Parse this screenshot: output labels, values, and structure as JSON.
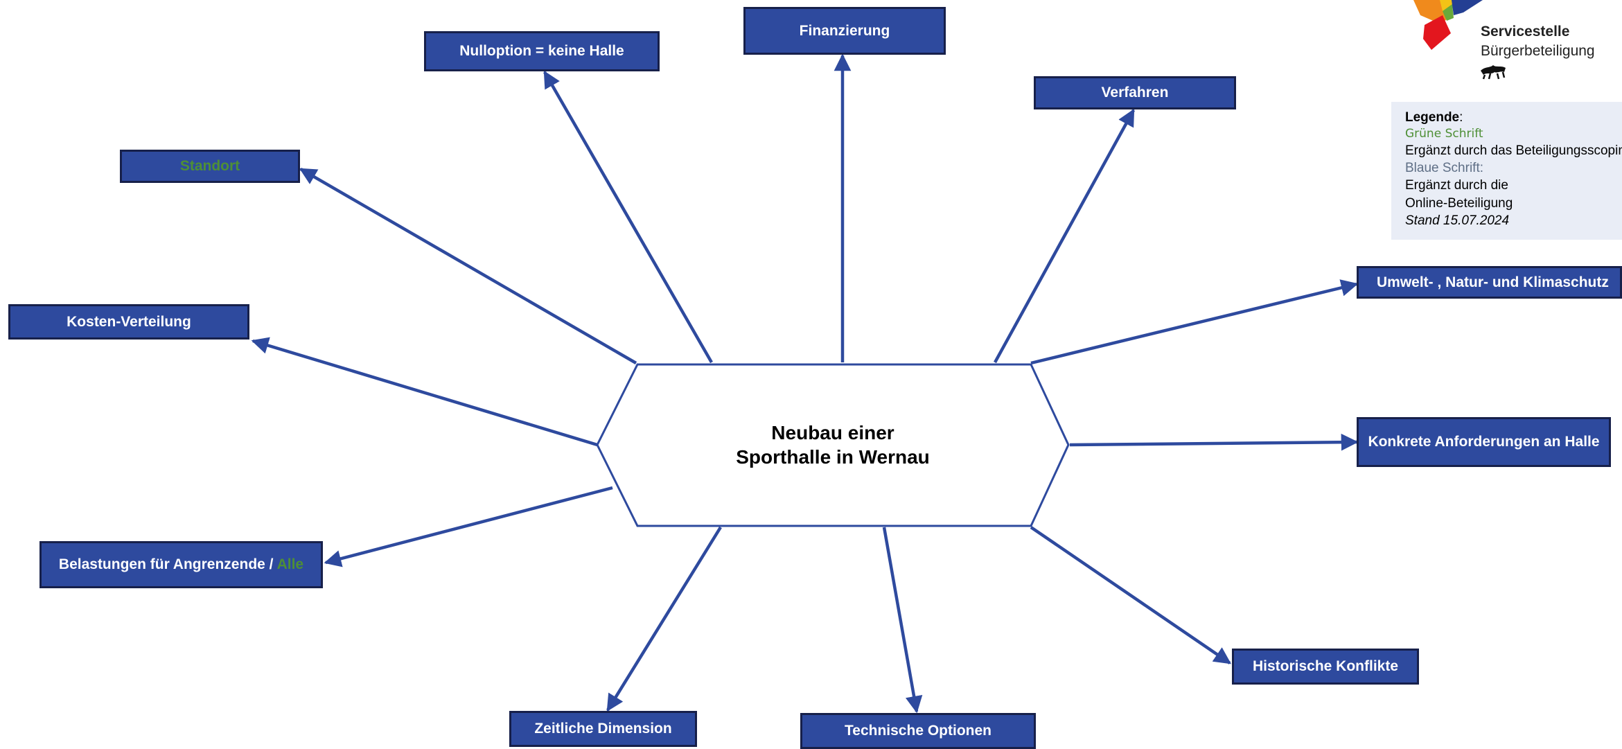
{
  "center": {
    "line1": "Neubau einer",
    "line2": "Sporthalle in Wernau"
  },
  "topics": {
    "nulloption": "Nulloption = keine Halle",
    "finanzierung": "Finanzierung",
    "verfahren": "Verfahren",
    "standort": "Standort",
    "kosten": "Kosten-Verteilung",
    "umwelt": "Umwelt- , Natur- und Klimaschutz",
    "anforderungen": "Konkrete Anforderungen an Halle",
    "belastungen": "Belastungen für Angrenzende / ",
    "belastungen_green": "Alle",
    "konflikte": "Historische Konflikte",
    "zeitlich": "Zeitliche Dimension",
    "technisch": "Technische Optionen"
  },
  "logo": {
    "line1": "Servicestelle",
    "line2": "Bürgerbeteiligung"
  },
  "legend": {
    "title": "Legende",
    "colon": ":",
    "green_label": "Grüne Schrift",
    "green_desc": "Ergänzt durch das Beteiligungsscoping",
    "blue_label": "Blaue Schrift:",
    "blue_desc_1": "Ergänzt durch die",
    "blue_desc_2": "Online-Beteiligung",
    "date": "Stand 15.07.2024"
  },
  "colors": {
    "box_fill": "#2e4a9e",
    "box_border": "#17204a",
    "arrow": "#2e4a9e",
    "green_text": "#4e8f36",
    "legend_bg": "#e9edf6"
  }
}
